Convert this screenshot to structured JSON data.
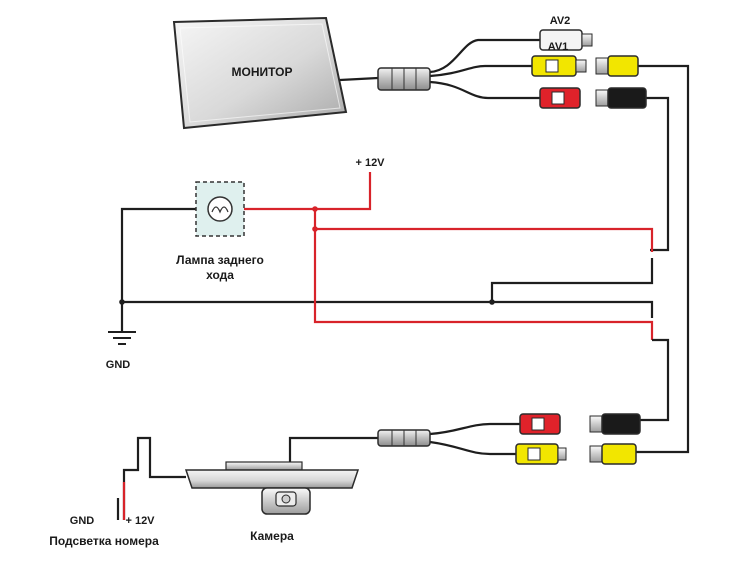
{
  "labels": {
    "monitor": "МОНИТОР",
    "av2": "AV2",
    "av1": "AV1",
    "plus12v_top": "+ 12V",
    "lamp_line1": "Лампа заднего",
    "lamp_line2": "хода",
    "gnd_left": "GND",
    "gnd_bottom": "GND",
    "plus12v_bottom": "+ 12V",
    "plate_light": "Подсветка номера",
    "camera": "Камера"
  },
  "colors": {
    "wire_black": "#1e1e1e",
    "wire_red": "#d8232a",
    "rca_yellow": "#f2e600",
    "rca_red": "#e0222a",
    "rca_white": "#f4f4f4",
    "rca_black": "#1a1a1a",
    "lamp_box": "#dff0ee"
  }
}
